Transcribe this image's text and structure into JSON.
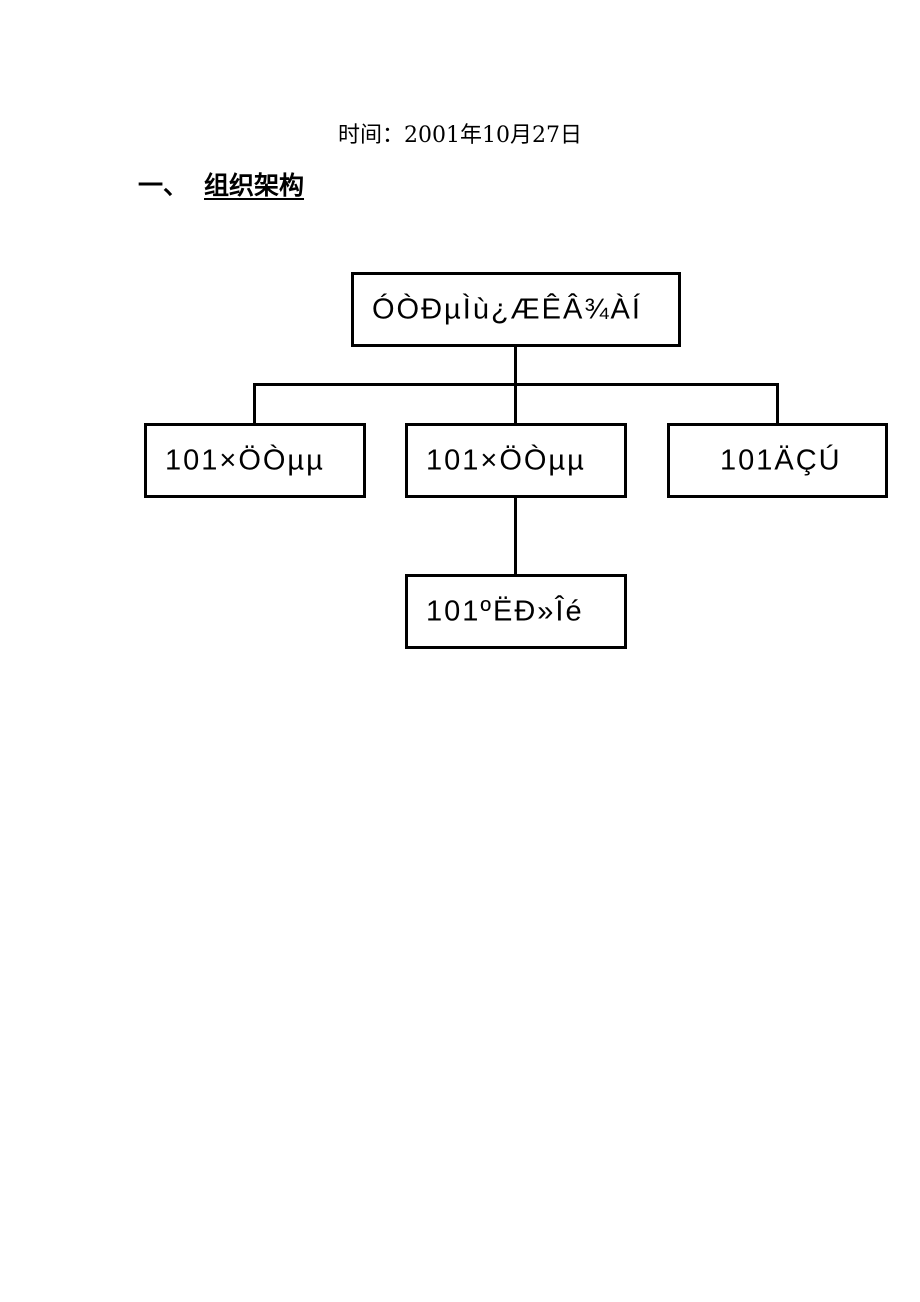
{
  "header": {
    "date_line": "时间：2001年10月27日"
  },
  "section": {
    "number": "一、",
    "title": "组织架构"
  },
  "org_chart": {
    "root": {
      "label": "ÓÒÐµÌù¿ÆÊÂ¾ÀÍ"
    },
    "children": [
      {
        "label": "101×ÖÒµµ"
      },
      {
        "label": "101×ÖÒµµ"
      },
      {
        "label": "101ÄÇÚ"
      }
    ],
    "sub_child": {
      "label": "101ºËÐ»Îé"
    }
  }
}
